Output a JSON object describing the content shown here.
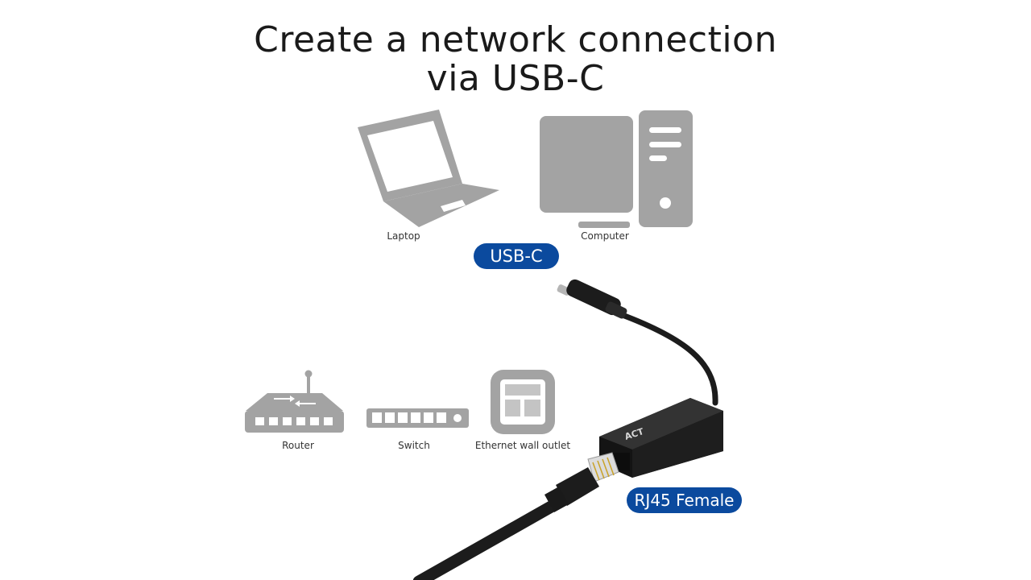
{
  "title": {
    "line1": "Create a network connection",
    "line2": "via USB-C"
  },
  "devices": {
    "laptop": {
      "label": "Laptop",
      "icon": "laptop-icon"
    },
    "computer": {
      "label": "Computer",
      "icon": "desktop-computer-icon"
    },
    "router": {
      "label": "Router",
      "icon": "router-icon"
    },
    "switch": {
      "label": "Switch",
      "icon": "network-switch-icon"
    },
    "outlet": {
      "label": "Ethernet wall outlet",
      "icon": "ethernet-wall-outlet-icon"
    }
  },
  "connectors": {
    "usb_c": "USB-C",
    "rj45": "RJ45 Female"
  },
  "adapter": {
    "brand": "ACT"
  },
  "colors": {
    "icon_gray": "#a3a3a3",
    "badge_blue": "#0b4a9e",
    "cable_black": "#1c1c1c"
  }
}
